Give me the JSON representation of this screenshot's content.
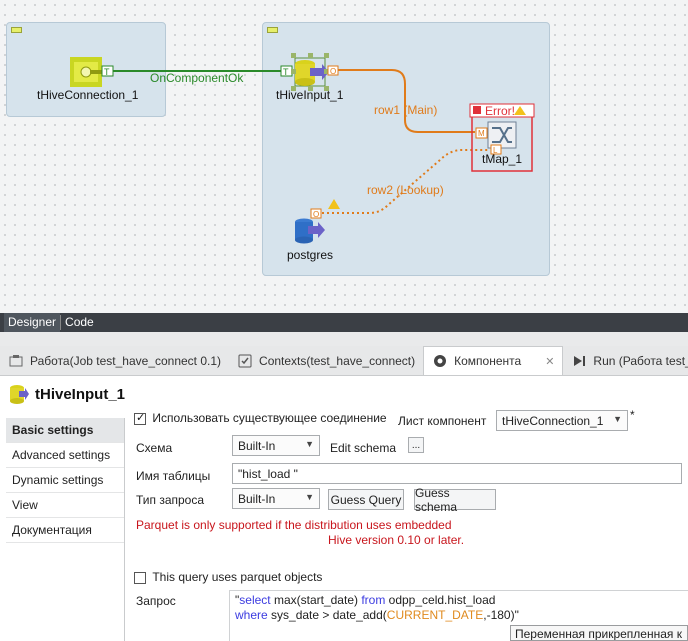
{
  "canvas": {
    "components": {
      "hive_connection": "tHiveConnection_1",
      "hive_input": "tHiveInput_1",
      "tmap": "tMap_1",
      "postgres": "postgres"
    },
    "links": {
      "on_component_ok": "OnComponentOk",
      "row1": "row1 (Main)",
      "row2": "row2 (Lookup)"
    },
    "error_badge": "Error!",
    "port_letters": {
      "t": "T",
      "o": "O",
      "m": "M",
      "l": "L"
    }
  },
  "designer_tabs": [
    "Designer",
    "Code"
  ],
  "view_tabs": [
    {
      "label": "Работа(Job test_have_connect 0.1)"
    },
    {
      "label": "Contexts(test_have_connect)"
    },
    {
      "label": "Компонента",
      "close": "✕"
    },
    {
      "label": "Run (Работа test_h"
    }
  ],
  "component_header": {
    "title": "tHiveInput_1"
  },
  "settings_nav": [
    "Basic settings",
    "Advanced settings",
    "Dynamic settings",
    "View",
    "Документация"
  ],
  "form": {
    "use_existing_connection": "Использовать существующее соединение",
    "component_list_label": "Лист компонент",
    "component_list_value": "tHiveConnection_1",
    "asterisk": "*",
    "schema_label": "Схема",
    "schema_value": "Built-In",
    "edit_schema_label": "Edit schema",
    "edit_schema_button": "...",
    "table_name_label": "Имя таблицы",
    "table_name_value": "\"hist_load \"",
    "query_type_label": "Тип запроса",
    "query_type_value": "Built-In",
    "guess_query": "Guess Query",
    "guess_schema": "Guess schema",
    "parquet_warning_line1": "Parquet is only supported if the distribution uses embedded",
    "parquet_warning_line2": "Hive version 0.10 or later.",
    "parquet_checkbox_label": "This query uses parquet objects",
    "query_label": "Запрос",
    "query_line1": {
      "q1": "\"",
      "kw_select": "select",
      "fn_max": " max(start_date) ",
      "kw_from": "from",
      "tail": " odpp_celd.hist_load"
    },
    "query_line2": {
      "kw_where": "where",
      "mid": " sys_date > date_add(",
      "var": "CURRENT_DATE",
      "end": ",-180)\""
    },
    "tooltip": "Переменная прикрепленная к"
  },
  "colors": {
    "main_link": "#e07b1a",
    "ok_link": "#2a8a2a",
    "error_red": "#e0313a",
    "warning_text": "#c8161d",
    "keyword": "#3b3be0",
    "context_var": "#e08a1e"
  }
}
